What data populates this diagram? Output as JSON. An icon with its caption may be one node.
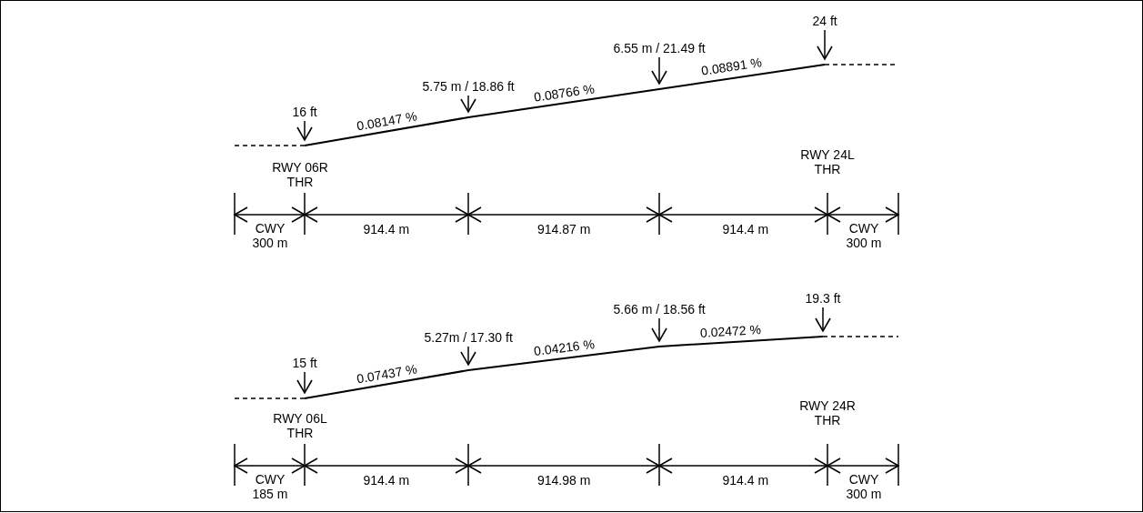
{
  "diagram": {
    "nodes": [
      {
        "text": [
          "16 ft"
        ]
      },
      {
        "text": [
          "5.75 m / 18.86 ft"
        ]
      },
      {
        "text": [
          "6.55 m / 21.49 ft"
        ]
      },
      {
        "text": [
          "24 ft"
        ]
      },
      {
        "text": [
          "15 ft"
        ]
      },
      {
        "text": [
          "5.27m / 17.30 ft"
        ]
      },
      {
        "text": [
          "5.66 m / 18.56 ft"
        ]
      },
      {
        "text": [
          "19.3 ft"
        ]
      }
    ],
    "edges": [
      {
        "from": 0,
        "to": null,
        "arrow": "to"
      },
      {
        "from": 1,
        "to": null,
        "arrow": "to"
      },
      {
        "from": 2,
        "to": null,
        "arrow": "to"
      },
      {
        "from": 3,
        "to": null,
        "arrow": "to"
      },
      {
        "from": 4,
        "to": null,
        "arrow": "to"
      },
      {
        "from": 5,
        "to": null,
        "arrow": "to"
      },
      {
        "from": 6,
        "to": null,
        "arrow": "to"
      },
      {
        "from": 7,
        "to": null,
        "arrow": "to"
      }
    ],
    "labels": [
      "0.08147 %",
      "0.08766 %",
      "0.08891 %",
      "RWY 06R THR",
      "RWY 24L THR",
      "CWY 300 m",
      "914.4 m",
      "914.87 m",
      "914.4 m",
      "CWY 300 m",
      "0.07437 %",
      "0.04216 %",
      "0.02472 %",
      "RWY 06L THR",
      "RWY 24R THR",
      "CWY 185 m",
      "914.4 m",
      "914.98 m",
      "914.4 m",
      "CWY 300 m"
    ]
  }
}
